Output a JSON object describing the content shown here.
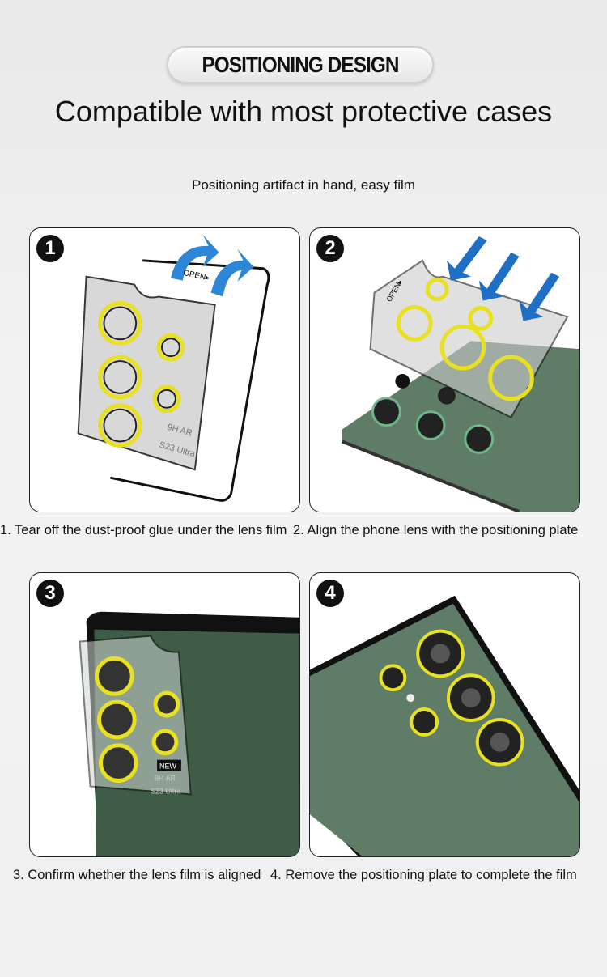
{
  "header": {
    "badge": "POSITIONING DESIGN",
    "title": "Compatible with most protective cases",
    "subtitle": "Positioning artifact in hand, easy film"
  },
  "steps": [
    {
      "number": "1",
      "caption": "1. Tear off the dust-proof glue under the lens film",
      "product_text": [
        "OPEN▸",
        "9H AR",
        "S23 Ultra"
      ]
    },
    {
      "number": "2",
      "caption": "2. Align the phone lens with the positioning plate",
      "product_text": [
        "OPEN▸"
      ]
    },
    {
      "number": "3",
      "caption": "3. Confirm whether the lens film is aligned",
      "product_text": [
        "NEW",
        "9H AR",
        "S23 Ultra"
      ]
    },
    {
      "number": "4",
      "caption": "4. Remove the positioning plate to complete the film"
    }
  ],
  "colors": {
    "ring": "#e8e020",
    "phone": "#5f7d66",
    "arrow": "#1f6fc4"
  }
}
